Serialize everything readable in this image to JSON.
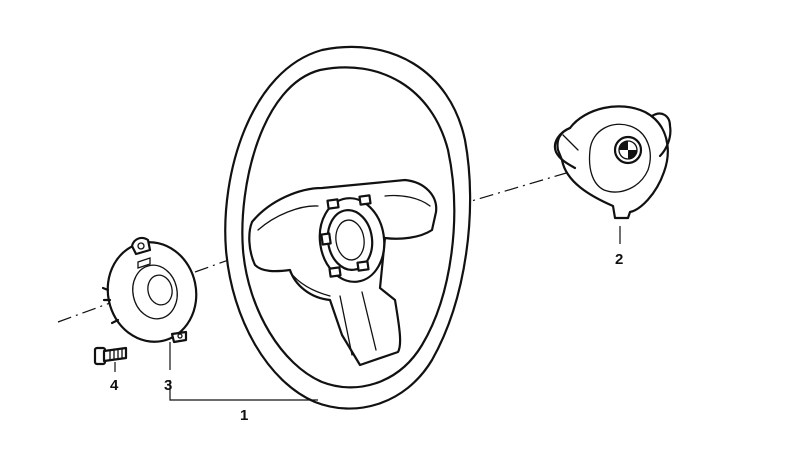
{
  "callouts": {
    "steering_wheel": "1",
    "horn_pad": "2",
    "hub_adapter": "3",
    "screw": "4"
  }
}
